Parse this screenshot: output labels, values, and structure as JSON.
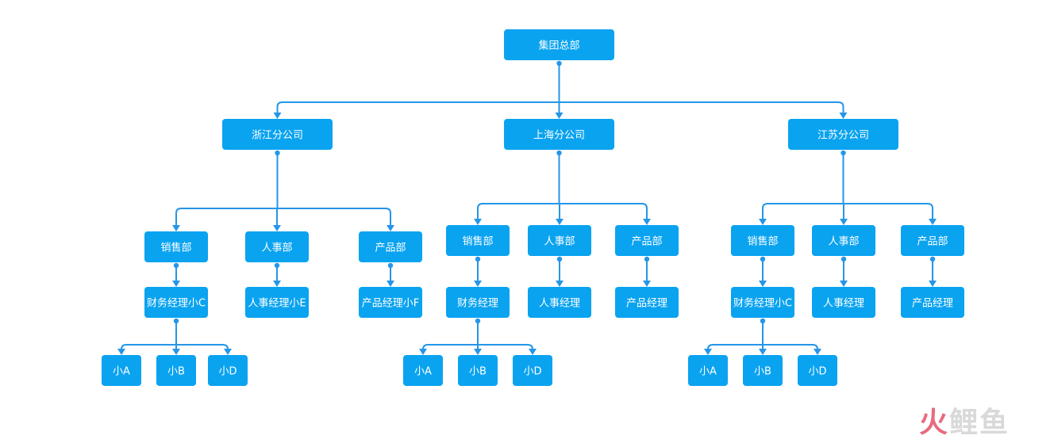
{
  "colors": {
    "node_fill": "#0aa3f0",
    "node_text": "#ffffff",
    "connector": "#2596e8",
    "watermark_red": "#e86a7e",
    "watermark_gray": "#d9d9d9"
  },
  "nodes": {
    "root": "集团总部",
    "zj": "浙江分公司",
    "sh": "上海分公司",
    "js": "江苏分公司",
    "zj_sales": "销售部",
    "zj_hr": "人事部",
    "zj_prod": "产品部",
    "zj_fin_mgr": "财务经理小C",
    "zj_hr_mgr": "人事经理小E",
    "zj_prod_mgr": "产品经理小F",
    "zj_a": "小A",
    "zj_b": "小B",
    "zj_d": "小D",
    "sh_sales": "销售部",
    "sh_hr": "人事部",
    "sh_prod": "产品部",
    "sh_fin_mgr": "财务经理",
    "sh_hr_mgr": "人事经理",
    "sh_prod_mgr": "产品经理",
    "sh_a": "小A",
    "sh_b": "小B",
    "sh_d": "小D",
    "js_sales": "销售部",
    "js_hr": "人事部",
    "js_prod": "产品部",
    "js_fin_mgr": "财务经理小C",
    "js_hr_mgr": "人事经理",
    "js_prod_mgr": "产品经理",
    "js_a": "小A",
    "js_b": "小B",
    "js_d": "小D"
  },
  "edges": [
    [
      "root",
      "zj"
    ],
    [
      "root",
      "sh"
    ],
    [
      "root",
      "js"
    ],
    [
      "zj",
      "zj_sales"
    ],
    [
      "zj",
      "zj_hr"
    ],
    [
      "zj",
      "zj_prod"
    ],
    [
      "zj_sales",
      "zj_fin_mgr"
    ],
    [
      "zj_hr",
      "zj_hr_mgr"
    ],
    [
      "zj_prod",
      "zj_prod_mgr"
    ],
    [
      "zj_fin_mgr",
      "zj_a"
    ],
    [
      "zj_fin_mgr",
      "zj_b"
    ],
    [
      "zj_fin_mgr",
      "zj_d"
    ],
    [
      "sh",
      "sh_sales"
    ],
    [
      "sh",
      "sh_hr"
    ],
    [
      "sh",
      "sh_prod"
    ],
    [
      "sh_sales",
      "sh_fin_mgr"
    ],
    [
      "sh_hr",
      "sh_hr_mgr"
    ],
    [
      "sh_prod",
      "sh_prod_mgr"
    ],
    [
      "sh_fin_mgr",
      "sh_a"
    ],
    [
      "sh_fin_mgr",
      "sh_b"
    ],
    [
      "sh_fin_mgr",
      "sh_d"
    ],
    [
      "js",
      "js_sales"
    ],
    [
      "js",
      "js_hr"
    ],
    [
      "js",
      "js_prod"
    ],
    [
      "js_sales",
      "js_fin_mgr"
    ],
    [
      "js_hr",
      "js_hr_mgr"
    ],
    [
      "js_prod",
      "js_prod_mgr"
    ],
    [
      "js_fin_mgr",
      "js_a"
    ],
    [
      "js_fin_mgr",
      "js_b"
    ],
    [
      "js_fin_mgr",
      "js_d"
    ]
  ],
  "watermark": {
    "part1": "火",
    "part2": "鲤鱼"
  }
}
